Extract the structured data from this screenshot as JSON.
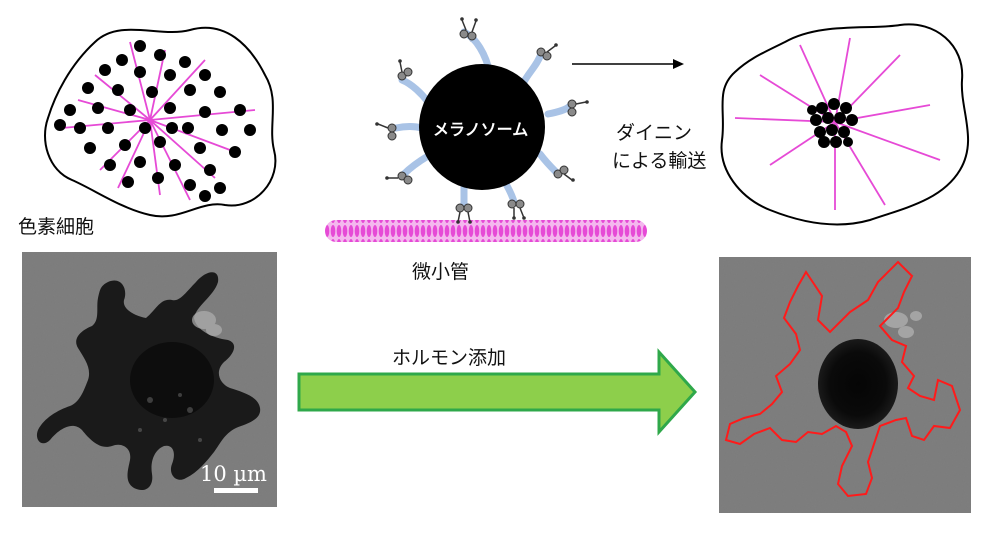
{
  "labels": {
    "pigment_cell": "色素細胞",
    "melanosome": "メラノソーム",
    "dynein_transport_line1": "ダイニン",
    "dynein_transport_line2": "による輸送",
    "microtubule": "微小管",
    "hormone_addition": "ホルモン添加",
    "scale_bar": "10 µm"
  },
  "colors": {
    "microtubule_pink": "#e64ad6",
    "melanosome_black": "#000000",
    "motor_protein_blue": "#a9c3e6",
    "arrow_green_fill": "#8dcf4b",
    "arrow_green_border": "#2fa84a",
    "cell_outline_red": "#ff1a1a",
    "photo_background": "#7d7d7d"
  },
  "icons": {
    "forward_arrow": "right-arrow-icon",
    "hormone_arrow": "green-block-arrow-icon"
  }
}
